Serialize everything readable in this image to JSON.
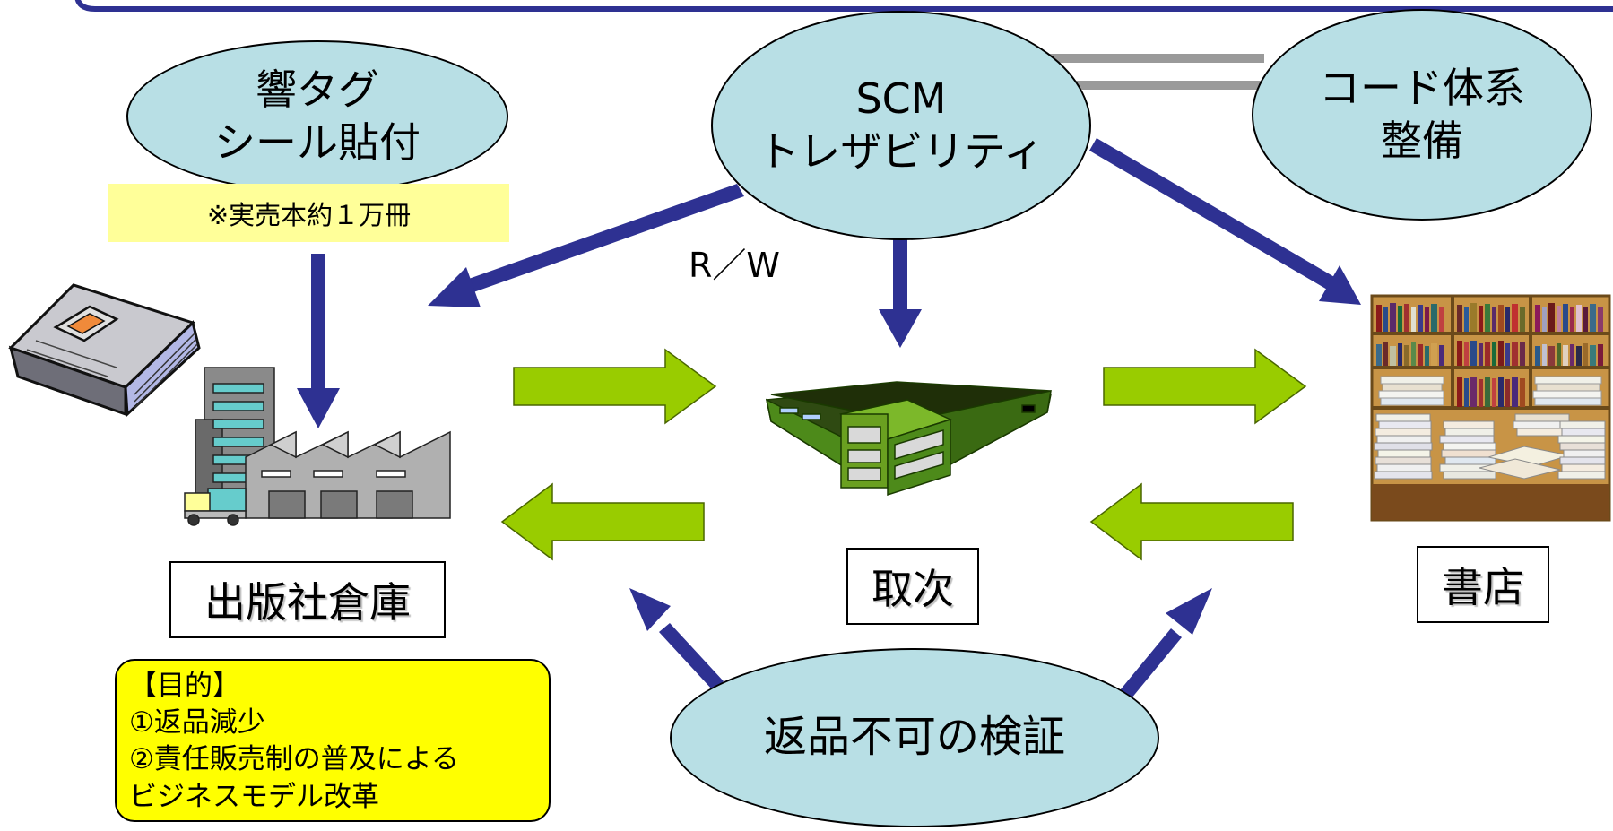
{
  "ellipses": {
    "tag_seal": "響タグ\nシール貼付",
    "scm": "SCM\nトレザビリティ",
    "code": "コード体系\n整備",
    "return_verify": "返品不可の検証"
  },
  "note": "※実売本約１万冊",
  "rw_label": "R／W",
  "nodes": {
    "publisher": "出版社倉庫",
    "distributor": "取次",
    "bookstore": "書店"
  },
  "purpose": {
    "heading": "【目的】",
    "items": [
      "①返品減少",
      "②責任販売制の普及による",
      "ビジネスモデル改革"
    ]
  },
  "colors": {
    "ellipse_fill": "#b8dfe5",
    "blue_arrow": "#2e3192",
    "green_arrow": "#99cc00",
    "purpose_bg": "#ffff00",
    "note_bg": "#ffff99"
  }
}
